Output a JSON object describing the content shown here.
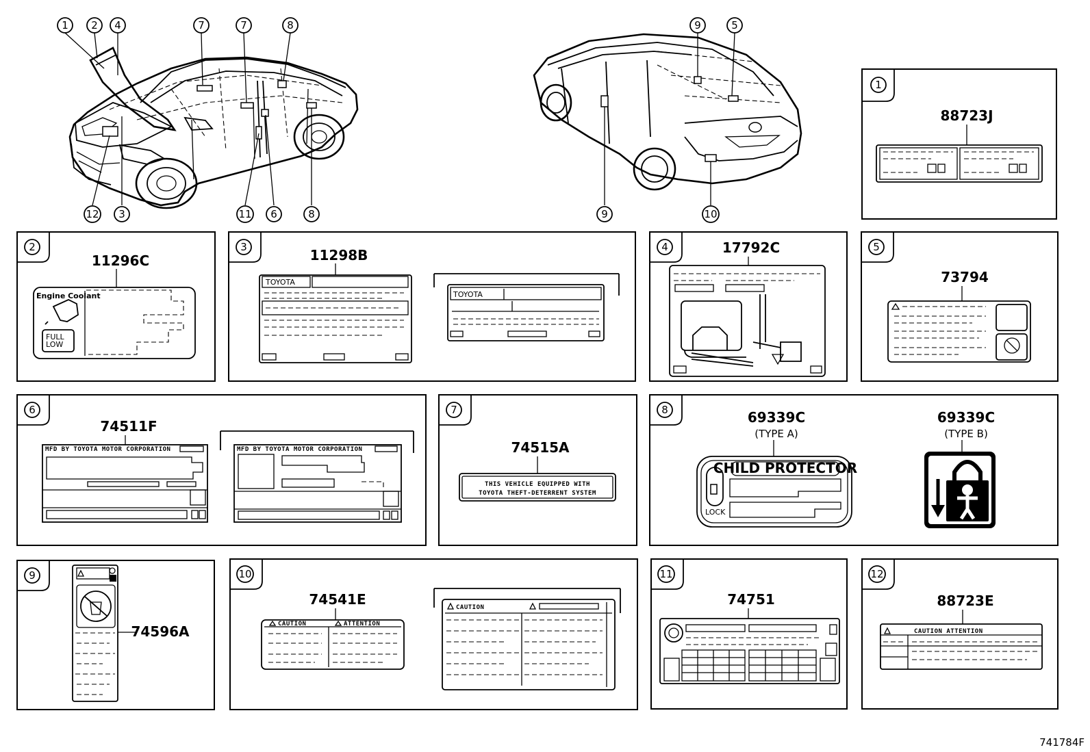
{
  "callout_numbers": [
    "1",
    "2",
    "3",
    "4",
    "5",
    "6",
    "7",
    "8",
    "9",
    "10",
    "11",
    "12"
  ],
  "panels": [
    {
      "no": "1",
      "parts": [
        "88723J"
      ]
    },
    {
      "no": "2",
      "parts": [
        "11296C"
      ],
      "label_texts": [
        "Engine Coolant",
        "FULL",
        "LOW"
      ]
    },
    {
      "no": "3",
      "parts": [
        "11298B"
      ],
      "label_texts": [
        "TOYOTA",
        "TOYOTA"
      ]
    },
    {
      "no": "4",
      "parts": [
        "17792C"
      ]
    },
    {
      "no": "5",
      "parts": [
        "73794"
      ]
    },
    {
      "no": "6",
      "parts": [
        "74511F"
      ],
      "label_texts": [
        "MFD BY TOYOTA MOTOR CORPORATION",
        "MFD BY TOYOTA MOTOR CORPORATION"
      ]
    },
    {
      "no": "7",
      "parts": [
        "74515A"
      ],
      "label_texts": [
        "THIS VEHICLE EQUIPPED WITH",
        "TOYOTA THEFT-DETERRENT SYSTEM"
      ]
    },
    {
      "no": "8",
      "parts": [
        "69339C",
        "69339C"
      ],
      "types": [
        "(TYPE A)",
        "(TYPE B)"
      ],
      "label_texts": [
        "CHILD PROTECTOR",
        "LOCK"
      ]
    },
    {
      "no": "9",
      "parts": [
        "74596A"
      ]
    },
    {
      "no": "10",
      "parts": [
        "74541E"
      ],
      "label_texts": [
        "CAUTION",
        "ATTENTION",
        "CAUTION"
      ]
    },
    {
      "no": "11",
      "parts": [
        "74751"
      ]
    },
    {
      "no": "12",
      "parts": [
        "88723E"
      ],
      "label_texts": [
        "CAUTION ATTENTION"
      ]
    }
  ],
  "reference_code": "741784F"
}
